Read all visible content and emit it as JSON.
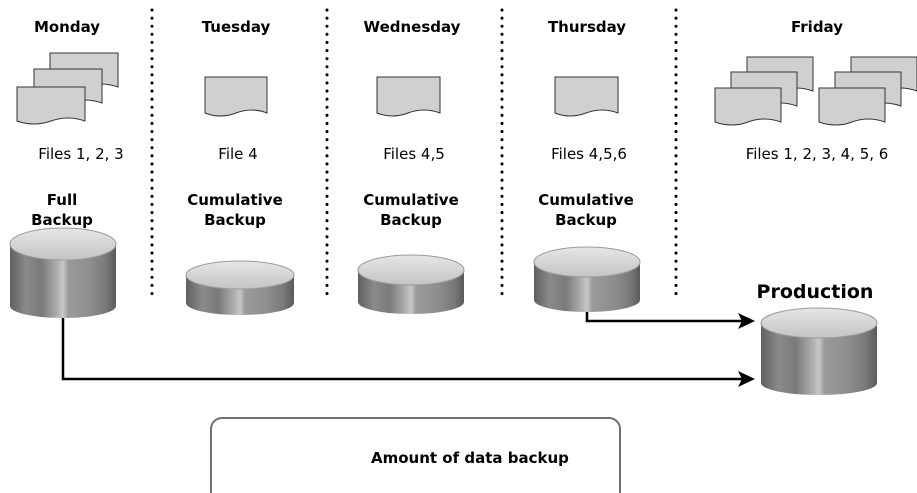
{
  "days": [
    {
      "name": "Monday",
      "files": "Files 1, 2, 3",
      "backup_type": [
        "Full",
        "Backup"
      ]
    },
    {
      "name": "Tuesday",
      "files": "File 4",
      "backup_type": [
        "Cumulative",
        "Backup"
      ]
    },
    {
      "name": "Wednesday",
      "files": "Files 4,5",
      "backup_type": [
        "Cumulative",
        "Backup"
      ]
    },
    {
      "name": "Thursday",
      "files": "Files 4,5,6",
      "backup_type": [
        "Cumulative",
        "Backup"
      ]
    },
    {
      "name": "Friday",
      "files": "Files 1, 2, 3, 4, 5, 6",
      "backup_type": []
    }
  ],
  "production": {
    "label": "Production"
  },
  "legend": {
    "label": "Amount of data backup"
  },
  "colors": {
    "disk_side": "#8c8c8c",
    "disk_top": "#d6d6d6",
    "document_fill": "#d0d0d0",
    "divider": "#000000",
    "legend_border": "#707070"
  }
}
